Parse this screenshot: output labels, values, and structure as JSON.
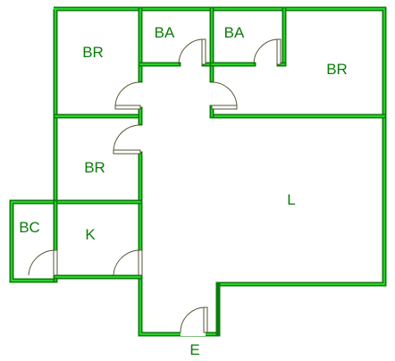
{
  "plan": {
    "wall_color_outer": "#0a7d0a",
    "wall_color_inner": "#33ee33",
    "label_color": "#0a7d0a",
    "door_color": "#555533",
    "rooms": [
      {
        "id": "br-top-left",
        "label": "BR"
      },
      {
        "id": "ba-left",
        "label": "BA"
      },
      {
        "id": "ba-right",
        "label": "BA"
      },
      {
        "id": "br-top-right",
        "label": "BR"
      },
      {
        "id": "br-middle",
        "label": "BR"
      },
      {
        "id": "living",
        "label": "L"
      },
      {
        "id": "bc",
        "label": "BC"
      },
      {
        "id": "kitchen",
        "label": "K"
      },
      {
        "id": "entrance",
        "label": "E"
      }
    ]
  }
}
